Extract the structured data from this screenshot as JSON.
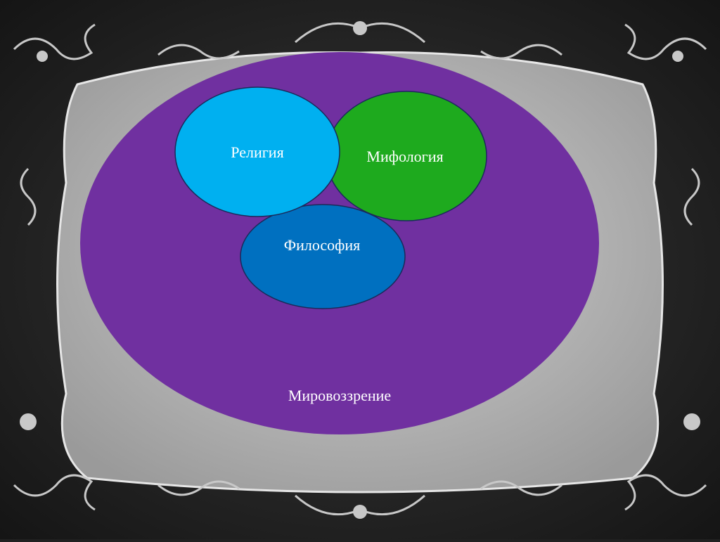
{
  "diagram": {
    "outer": {
      "label": "Мировоззрение",
      "color": "#7030a0"
    },
    "circles": [
      {
        "key": "religion",
        "label": "Религия",
        "color": "#00b0f0"
      },
      {
        "key": "mythology",
        "label": "Мифология",
        "color": "#1eaa1e"
      },
      {
        "key": "philosophy",
        "label": "Философия",
        "color": "#0070c0"
      }
    ]
  },
  "frame": {
    "color": "#b4b4b4",
    "background": "#232323"
  }
}
